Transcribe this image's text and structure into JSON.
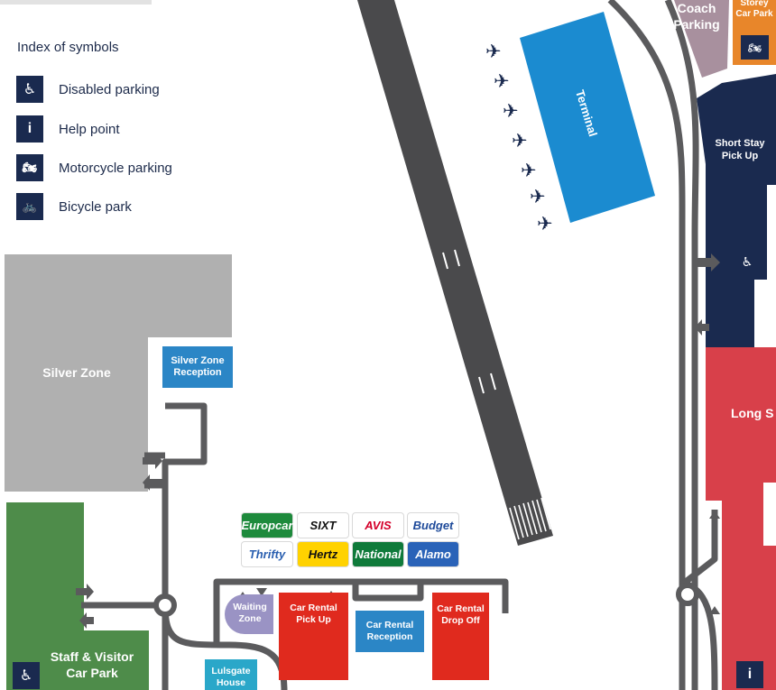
{
  "legend": {
    "title": "Index of symbols",
    "items": [
      {
        "label": "Disabled parking",
        "icon": "wheelchair-icon",
        "glyph": "♿"
      },
      {
        "label": "Help point",
        "icon": "info-icon",
        "glyph": "i"
      },
      {
        "label": "Motorcycle parking",
        "icon": "motorcycle-icon",
        "glyph": "🏍"
      },
      {
        "label": "Bicycle park",
        "icon": "bicycle-icon",
        "glyph": "🚲"
      }
    ]
  },
  "zones": {
    "coach_parking": "Coach Parking",
    "multi_storey": "Storey Car Park",
    "terminal": "Terminal",
    "short_stay": "Short Stay Pick Up",
    "long_stay": "Long S",
    "silver_zone": "Silver Zone",
    "silver_zone_reception": "Silver Zone Reception",
    "staff_visitor": "Staff & Visitor Car Park",
    "waiting_zone": "Waiting Zone",
    "car_rental_pickup": "Car Rental Pick Up",
    "car_rental_reception": "Car Rental Reception",
    "car_rental_dropoff": "Car Rental Drop Off",
    "lulsgate_house": "Lulsgate House"
  },
  "rental_brands": [
    {
      "name": "Europcar",
      "bg": "#1e8a3c",
      "fg": "#ffffff"
    },
    {
      "name": "SIXT",
      "bg": "#ffffff",
      "fg": "#111111"
    },
    {
      "name": "AVIS",
      "bg": "#ffffff",
      "fg": "#d4002a"
    },
    {
      "name": "Budget",
      "bg": "#ffffff",
      "fg": "#1e4a9a"
    },
    {
      "name": "Thrifty",
      "bg": "#ffffff",
      "fg": "#2a5fb0"
    },
    {
      "name": "Hertz",
      "bg": "#ffd200",
      "fg": "#111111"
    },
    {
      "name": "National",
      "bg": "#0f7a3a",
      "fg": "#ffffff"
    },
    {
      "name": "Alamo",
      "bg": "#2a63b8",
      "fg": "#ffffff"
    }
  ],
  "colors": {
    "navy": "#1a2a4f",
    "terminal_blue": "#1b8bd0",
    "reception_blue": "#2b86c6",
    "rental_red": "#e02a1e",
    "long_stay_red": "#d8404a",
    "green": "#4e8c4a",
    "silver": "#b0b0b0",
    "coach_purple": "#a8909e",
    "waiting_purple": "#9a93c4",
    "orange": "#e8862a",
    "road": "#5b5b5d"
  }
}
